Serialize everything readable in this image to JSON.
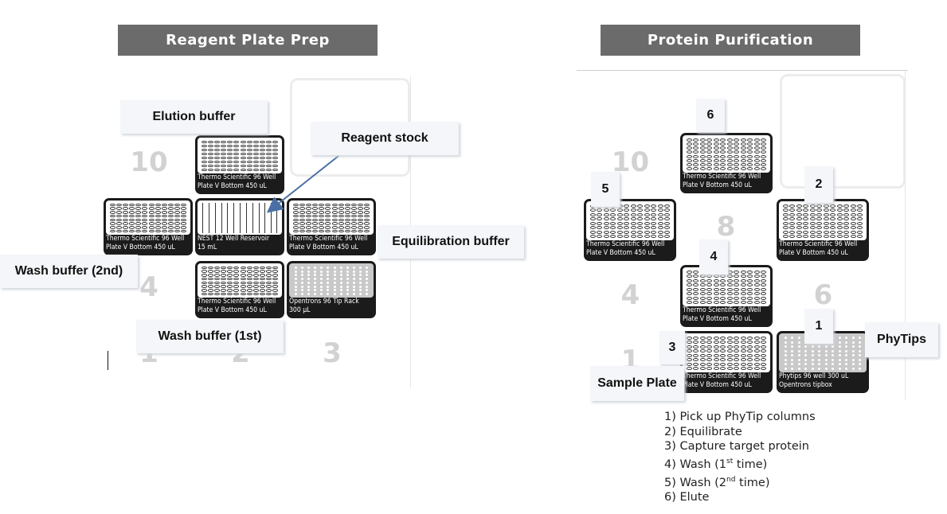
{
  "left_panel": {
    "title": "Reagent Plate Prep",
    "slot_numbers": [
      "10",
      "4",
      "1",
      "2",
      "3"
    ],
    "labware": {
      "plate_a": "Thermo Scientific 96 Well\nPlate V Bottom 450 uL",
      "plate_b": "Thermo Scientific 96 Well\nPlate V Bottom 450 uL",
      "reservoir": "NEST 12 Well Reservoir\n15 mL",
      "plate_c": "Thermo Scientific 96 Well\nPlate V Bottom 450 uL",
      "plate_d": "Thermo Scientific 96 Well\nPlate V Bottom 450 uL",
      "tiprack": "Opentrons 96 Tip Rack\n300 µL"
    },
    "callouts": {
      "elution": "Elution buffer",
      "reagent_stock": "Reagent stock",
      "equilibration": "Equilibration buffer",
      "wash2": "Wash buffer (2nd)",
      "wash1": "Wash buffer (1st)"
    }
  },
  "right_panel": {
    "title": "Protein Purification",
    "slot_numbers": [
      "10",
      "8",
      "4",
      "6",
      "1"
    ],
    "labware": {
      "plate_6": "Thermo Scientific 96 Well\nPlate V Bottom 450 uL",
      "plate_5": "Thermo Scientific 96 Well\nPlate V Bottom 450 uL",
      "plate_2": "Thermo Scientific 96 Well\nPlate V Bottom 450 uL",
      "plate_4": "Thermo Scientific 96 Well\nPlate V Bottom 450 uL",
      "plate_3": "Thermo Scientific 96 Well\nPlate V Bottom 450 uL",
      "phytips": "Phytips 96 well 300 uL\nOpentrons tipbox"
    },
    "markers": [
      "6",
      "5",
      "2",
      "4",
      "1",
      "3"
    ],
    "callouts": {
      "phytips": "PhyTips",
      "sample_plate": "Sample Plate"
    },
    "steps": [
      "1)  Pick up PhyTip columns",
      "2)  Equilibrate",
      "3)  Capture target protein"
    ],
    "step4": {
      "prefix": "4)  Wash (1",
      "sup": "st",
      "suffix": " time)"
    },
    "step5": {
      "prefix": "5)  Wash (2",
      "sup": "nd",
      "suffix": " time)"
    },
    "step6": "6)  Elute"
  },
  "colors": {
    "header_bg": "#6b6b6b",
    "arrow": "#4a6fa5",
    "callout_bg": "#f4f6f9"
  }
}
